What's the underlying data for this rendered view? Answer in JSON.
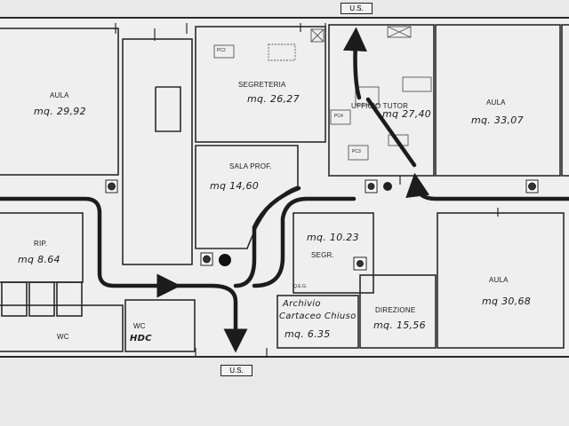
{
  "exits": {
    "top": "U.S.",
    "bottom": "U.S."
  },
  "rooms": {
    "aula_left": {
      "name": "AULA",
      "area": "mq. 29,92"
    },
    "segreteria": {
      "name": "SEGRETERIA",
      "area": "mq. 26,27"
    },
    "ufficio": {
      "name": "UFFICIO TUTOR",
      "area": "mq 27,40"
    },
    "aula_right": {
      "name": "AULA",
      "area": "mq. 33,07"
    },
    "sala_prof": {
      "name": "SALA PROF.",
      "area": "mq 14,60"
    },
    "rip": {
      "name": "RIP.",
      "area": "mq 8.64"
    },
    "segr": {
      "name": "SEGR.",
      "area": "mq. 10.23"
    },
    "aula_bottom": {
      "name": "AULA",
      "area": "mq 30,68"
    },
    "direzione": {
      "name": "DIREZIONE",
      "area": "mq. 15,56"
    },
    "archivio": {
      "line1": "Archivio",
      "line2": "Cartaceo Chiuso",
      "area": "mq. 6.35"
    },
    "wc": {
      "name": "WC"
    },
    "wc_hdc": {
      "line1": "WC",
      "line2": "HDC"
    }
  },
  "tags": {
    "pc2": "PC2",
    "pc4": "PC4",
    "pc3": "PC3",
    "qeg": "Q.E.G."
  },
  "colors": {
    "wall": "#2a2a2a",
    "route": "#1c1c1c",
    "paper": "#efefef"
  }
}
